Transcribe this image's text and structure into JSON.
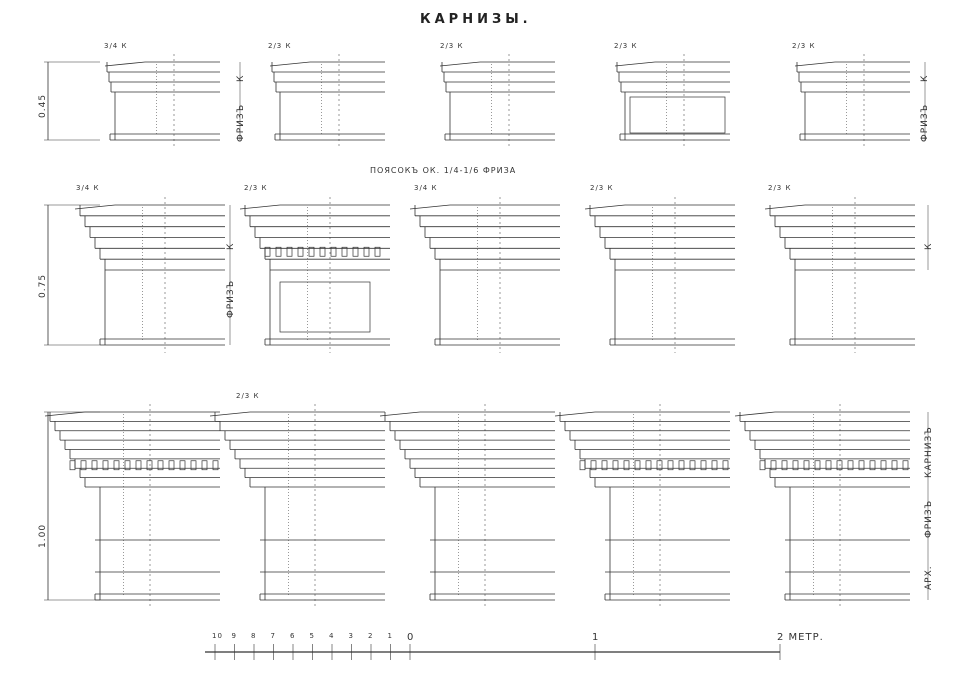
{
  "title": "КАРНИЗЫ.",
  "band_label": "ПОЯСОКЪ ОК. 1/4-1/6 ФРИЗА",
  "rows": [
    {
      "height_label": "0.45",
      "cornice_label": "К",
      "frieze_label": "ФРИЗЪ",
      "projection_labels": [
        "3/4 К",
        "2/3 К",
        "2/3 К",
        "2/3 К",
        "2/3 К"
      ]
    },
    {
      "height_label": "0.75",
      "cornice_label": "К",
      "frieze_label": "ФРИЗЪ",
      "projection_labels": [
        "3/4 К",
        "2/3 К",
        "3/4 К",
        "2/3 К",
        "2/3 К"
      ]
    },
    {
      "height_label": "1.00",
      "cornice_label": "КАРНИЗЪ",
      "frieze_label": "ФРИЗЪ",
      "architrave_label": "АРХ.",
      "projection_labels": [
        "2/3 К"
      ]
    }
  ],
  "scale": {
    "ticks": [
      "10",
      "9",
      "8",
      "7",
      "6",
      "5",
      "4",
      "3",
      "2",
      "1",
      "0",
      "1",
      "2 МЕТР."
    ]
  }
}
